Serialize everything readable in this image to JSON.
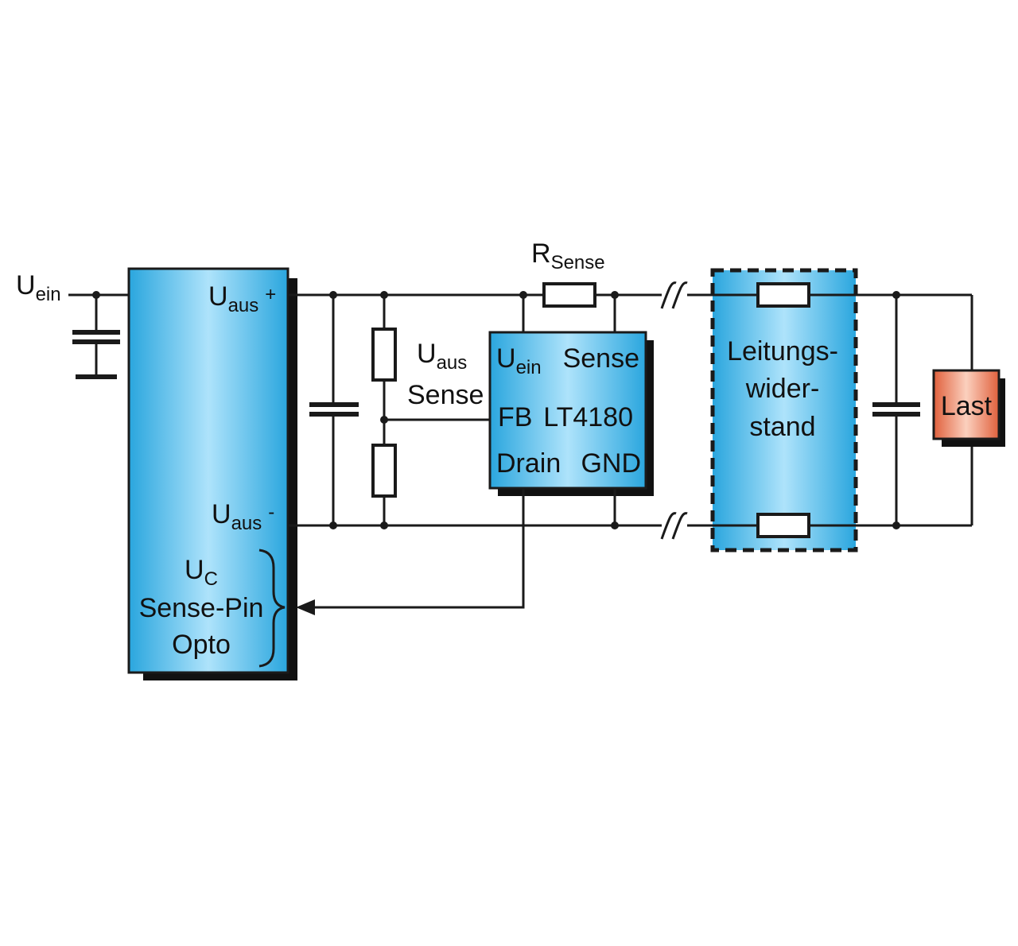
{
  "diagram": {
    "input_label": {
      "main": "U",
      "sub": "ein"
    },
    "regulator": {
      "out_plus": {
        "main": "U",
        "sub": "aus",
        "sign": "+"
      },
      "out_minus": {
        "main": "U",
        "sub": "aus",
        "sign": "-"
      },
      "control_line1": {
        "main": "U",
        "sub": "C"
      },
      "control_line2": "Sense-Pin",
      "control_line3": "Opto"
    },
    "divider_label": {
      "main": "U",
      "sub": "aus",
      "line2": "Sense"
    },
    "sense_resistor_label": {
      "main": "R",
      "sub": "Sense"
    },
    "controller_ic": {
      "pin_uein": {
        "main": "U",
        "sub": "ein"
      },
      "pin_sense": "Sense",
      "pin_fb": "FB",
      "part_number": "LT4180",
      "pin_drain": "Drain",
      "pin_gnd": "GND"
    },
    "cable_block": {
      "line1": "Leitungs-",
      "line2": "wider-",
      "line3": "stand"
    },
    "load": "Last"
  },
  "colors": {
    "block_blue_light": "#a8e0fa",
    "block_blue_dark": "#29a9e1",
    "load_light": "#f9c4b0",
    "load_dark": "#e0603c",
    "line": "#1a1a1a"
  }
}
